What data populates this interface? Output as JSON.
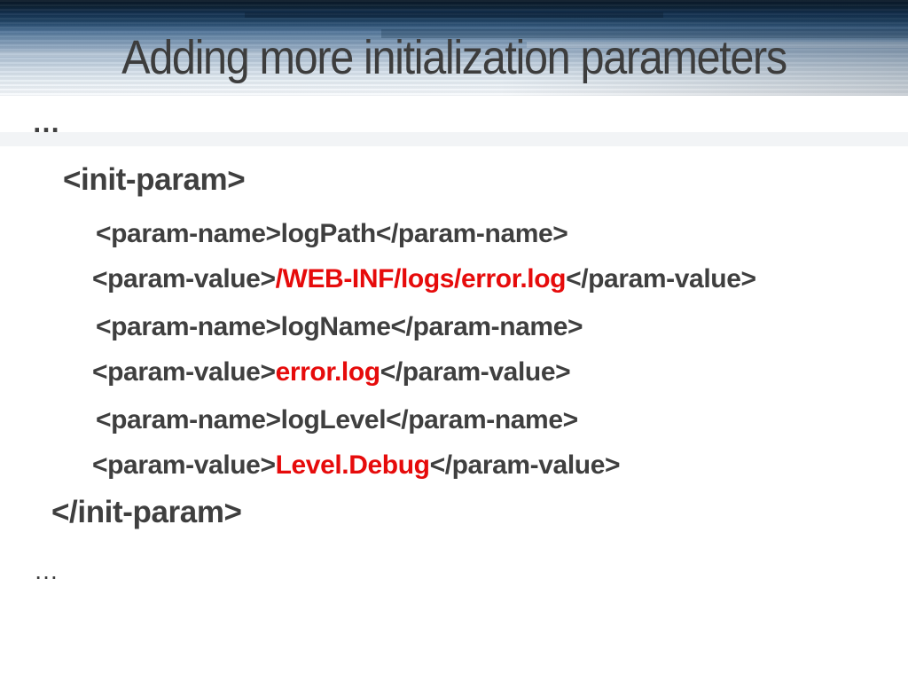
{
  "slide": {
    "title": "Adding more initialization parameters",
    "colors": {
      "title_text": "#3d3d3d",
      "code_text": "#3f3f3f",
      "highlight_red": "#e60b0b",
      "header_dark": "#0a1826",
      "header_mid": "#53769a",
      "header_light": "#f9fbfd",
      "background": "#ffffff"
    },
    "code": {
      "lines": [
        {
          "segments": [
            {
              "text": "…",
              "color": "dark"
            }
          ]
        },
        {
          "segments": [
            {
              "text": "<init-param>",
              "color": "dark"
            }
          ]
        },
        {
          "segments": [
            {
              "text": "<param-name>logPath</param-name>",
              "color": "dark"
            }
          ]
        },
        {
          "segments": [
            {
              "text": "<param-value>",
              "color": "dark"
            },
            {
              "text": "/WEB-INF/logs/error.log",
              "color": "red"
            },
            {
              "text": "</param-value>",
              "color": "dark"
            }
          ]
        },
        {
          "segments": [
            {
              "text": "<param-name>logName</param-name>",
              "color": "dark"
            }
          ]
        },
        {
          "segments": [
            {
              "text": "<param-value>",
              "color": "dark"
            },
            {
              "text": "error.log",
              "color": "red"
            },
            {
              "text": "</param-value>",
              "color": "dark"
            }
          ]
        },
        {
          "segments": [
            {
              "text": "<param-name>logLevel</param-name>",
              "color": "dark"
            }
          ]
        },
        {
          "segments": [
            {
              "text": "<param-value>",
              "color": "dark"
            },
            {
              "text": "Level.Debug",
              "color": "red"
            },
            {
              "text": "</param-value>",
              "color": "dark"
            }
          ]
        },
        {
          "segments": [
            {
              "text": "</init-param>",
              "color": "dark"
            }
          ]
        },
        {
          "segments": [
            {
              "text": "…",
              "color": "dark"
            }
          ]
        }
      ]
    }
  }
}
